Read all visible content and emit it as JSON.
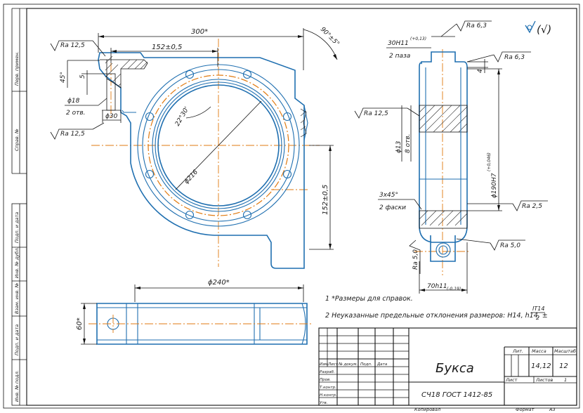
{
  "dims": {
    "overall_width": "300*",
    "angle": "90°±5°",
    "boss_spacing": "152±0,5",
    "ra_top_left": "Ra 12,5",
    "chamfer": "45°",
    "depth": "5",
    "hole_dia": "ϕ18",
    "hole_count": "2 отв.",
    "cbore_dia": "ϕ30",
    "ra_bottom_left": "Ra 12,5",
    "angle_22": "22°30'",
    "pcd": "ϕ216",
    "height_152": "152±0,5",
    "plan_width": "ϕ240*",
    "plan_height": "60*"
  },
  "section": {
    "groove_tol": "30H11",
    "groove_tol_dev": "(+0,13)",
    "groove_count": "2 паза",
    "ra_63_top": "Ra 6,3",
    "ra_63_right": "Ra 6,3",
    "depth_4": "4",
    "ra_125": "Ra 12,5",
    "hole13": "ϕ13",
    "holes8": "8 отв.",
    "bore": "ϕ190H7",
    "bore_dev": "(+0,046)",
    "chamfer": "3x45°",
    "chamfer_count": "2 фаски",
    "ra_25": "Ra 2,5",
    "ra_50_left": "Ra 5,0",
    "ra_50_right": "Ra 5,0",
    "thickness": "70h11",
    "thickness_dev": "(-0,19)"
  },
  "roughness_general": "(√)",
  "notes": {
    "n1": "1  *Размеры для справок.",
    "n2": "2  Неуказанные предельные отклонения размеров: H14, h14, ±",
    "it_num": "IT14",
    "it_den": "2"
  },
  "side_strip": {
    "perv": "Перв. примен.",
    "sprav": "Справ. №",
    "podp_data1": "Подп. и дата",
    "inv_dubl": "Инв. № дубл.",
    "vzam": "Взам. инв. №",
    "podp_data2": "Подп. и дата",
    "inv_podl": "Инв. № подл."
  },
  "title_block": {
    "name": "Букса",
    "material": "СЧ18  ГОСТ 1412-85",
    "lit_label": "Лит.",
    "mass_label": "Масса",
    "scale_label": "Масштаб",
    "mass": "14,12",
    "scale": "12",
    "sheet_label": "Лист",
    "sheets_label": "Листов",
    "sheets": "1",
    "izm": "Изм.",
    "list": "Лист",
    "ndok": "№ докум.",
    "podp": "Подп.",
    "data": "Дата",
    "razrab": "Разраб.",
    "prov": "Пров.",
    "tkontr": "Т.контр.",
    "nkontr": "Н.контр.",
    "utv": "Утв.",
    "kopiroval": "Копировал",
    "format_label": "Формат",
    "format": "А3"
  }
}
